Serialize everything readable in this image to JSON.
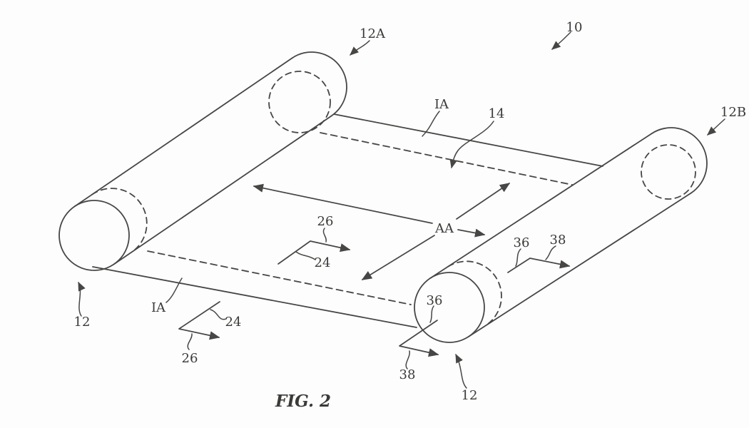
{
  "figure": {
    "caption": "FIG. 2",
    "colors": {
      "background": "#fdfdfd",
      "line": "#474645",
      "text": "#3b3a38"
    }
  },
  "labels": {
    "roller_a": "12A",
    "assembly": "10",
    "inactive_area_top": "IA",
    "display_layer": "14",
    "roller_b": "12B",
    "dir26_mid": "26",
    "dir24_mid": "24",
    "active_area": "AA",
    "dir36_right": "36",
    "dir38_right": "38",
    "dir36_bottom": "36",
    "roller_end_left": "12",
    "inactive_area_bottom": "IA",
    "dir24_bottom": "24",
    "dir26_bottom": "26",
    "dir38_bottom": "38",
    "roller_end_bottom": "12"
  }
}
